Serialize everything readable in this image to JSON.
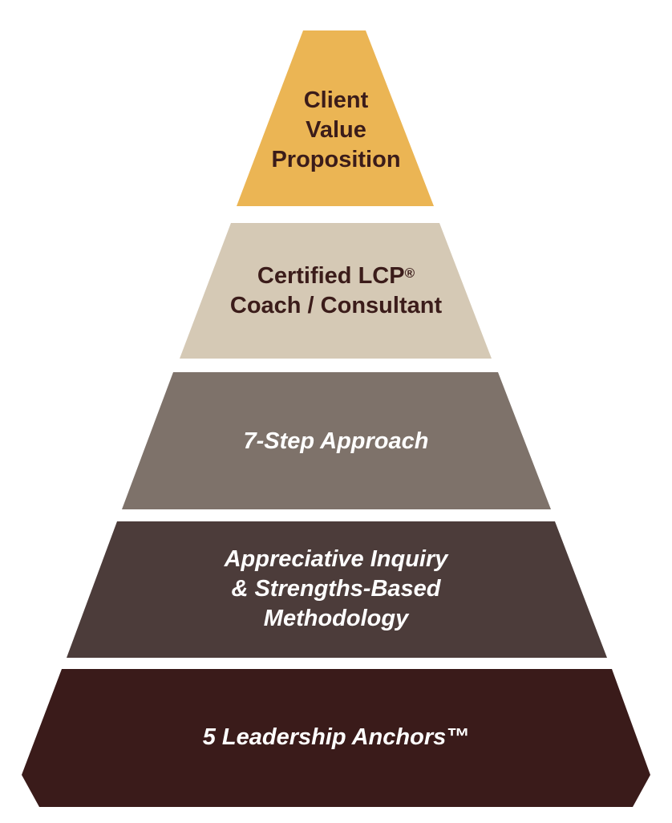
{
  "pyramid": {
    "tiers": [
      {
        "lines": [
          "Client",
          "Value",
          "Proposition"
        ],
        "color": "#EBB554",
        "text_color": "#3B1C1A"
      },
      {
        "lines": [
          "Certified LCP",
          "Coach / Consultant"
        ],
        "sup": "®",
        "color": "#D5C9B5",
        "text_color": "#3B1C1A"
      },
      {
        "lines": [
          "7-Step Approach"
        ],
        "color": "#7E726A",
        "text_color": "#FFFFFF"
      },
      {
        "lines": [
          "Appreciative Inquiry",
          "& Strengths-Based",
          "Methodology"
        ],
        "color": "#4C3C3A",
        "text_color": "#FFFFFF"
      },
      {
        "lines": [
          "5 Leadership Anchors™"
        ],
        "color": "#3A1B1A",
        "text_color": "#FFFFFF"
      }
    ]
  }
}
